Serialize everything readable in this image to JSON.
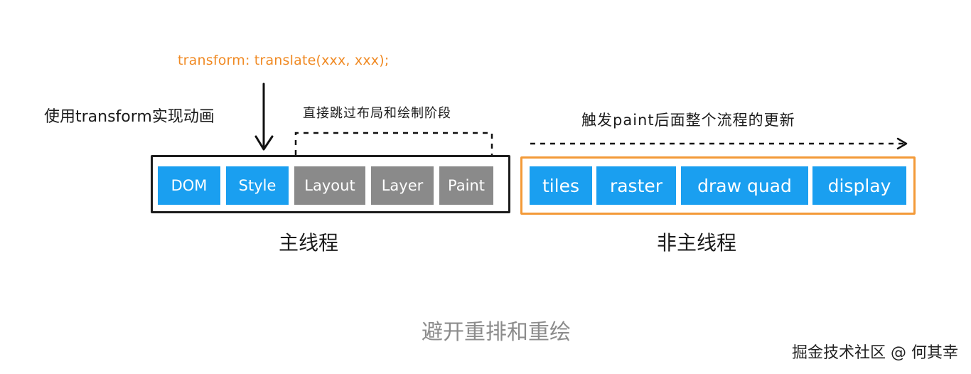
{
  "code_snippet": "transform: translate(xxx, xxx);",
  "notes": {
    "use_transform": "使用transform实现动画",
    "skip_stages": "直接跳过布局和绘制阶段",
    "trigger_after": "触发paint后面整个流程的更新"
  },
  "main_thread": {
    "label": "主线程",
    "stages": [
      "DOM",
      "Style",
      "Layout",
      "Layer",
      "Paint"
    ]
  },
  "non_main_thread": {
    "label": "非主线程",
    "stages": [
      "tiles",
      "raster",
      "draw quad",
      "display"
    ]
  },
  "figure_title": "避开重排和重绘",
  "watermark": "掘金技术社区 @ 何其幸",
  "colors": {
    "active_stage": "#1a9ff0",
    "skipped_stage": "#8a8a8a",
    "code_text": "#f08a24",
    "main_border": "#1c1c1c",
    "non_main_border": "#f39a38"
  }
}
